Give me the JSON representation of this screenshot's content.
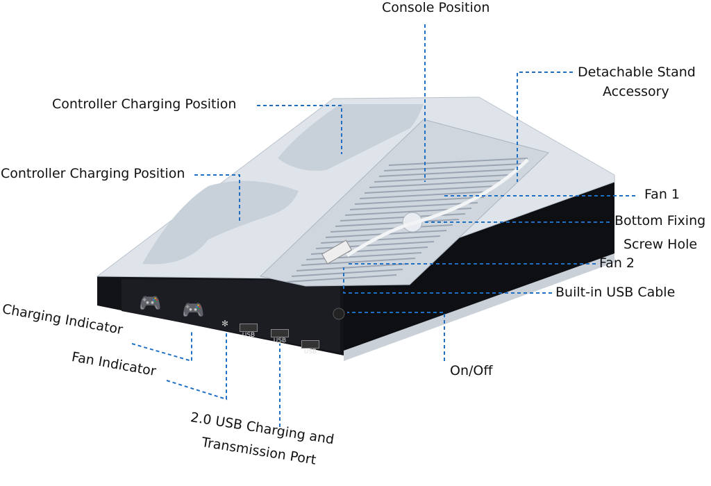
{
  "labels": {
    "console_position": "Console Position",
    "detachable_stand_1": "Detachable Stand",
    "detachable_stand_2": "Accessory",
    "controller_charging_1": "Controller Charging Position",
    "controller_charging_2": "Controller Charging Position",
    "fan1": "Fan 1",
    "bottom_fixing_1": "Bottom Fixing",
    "bottom_fixing_2": "Screw Hole",
    "fan2": "Fan 2",
    "usb_cable": "Built-in USB Cable",
    "charging_indicator": "Charging Indicator",
    "fan_indicator": "Fan Indicator",
    "on_off": "On/Off",
    "usb_port_1": "2.0 USB Charging and",
    "usb_port_2": "Transmission Port"
  },
  "ports": [
    "USB",
    "USB",
    "USB"
  ],
  "colors": {
    "leader": "#1f6fc5",
    "body": "#d7dde4",
    "base": "#0e0f12"
  }
}
